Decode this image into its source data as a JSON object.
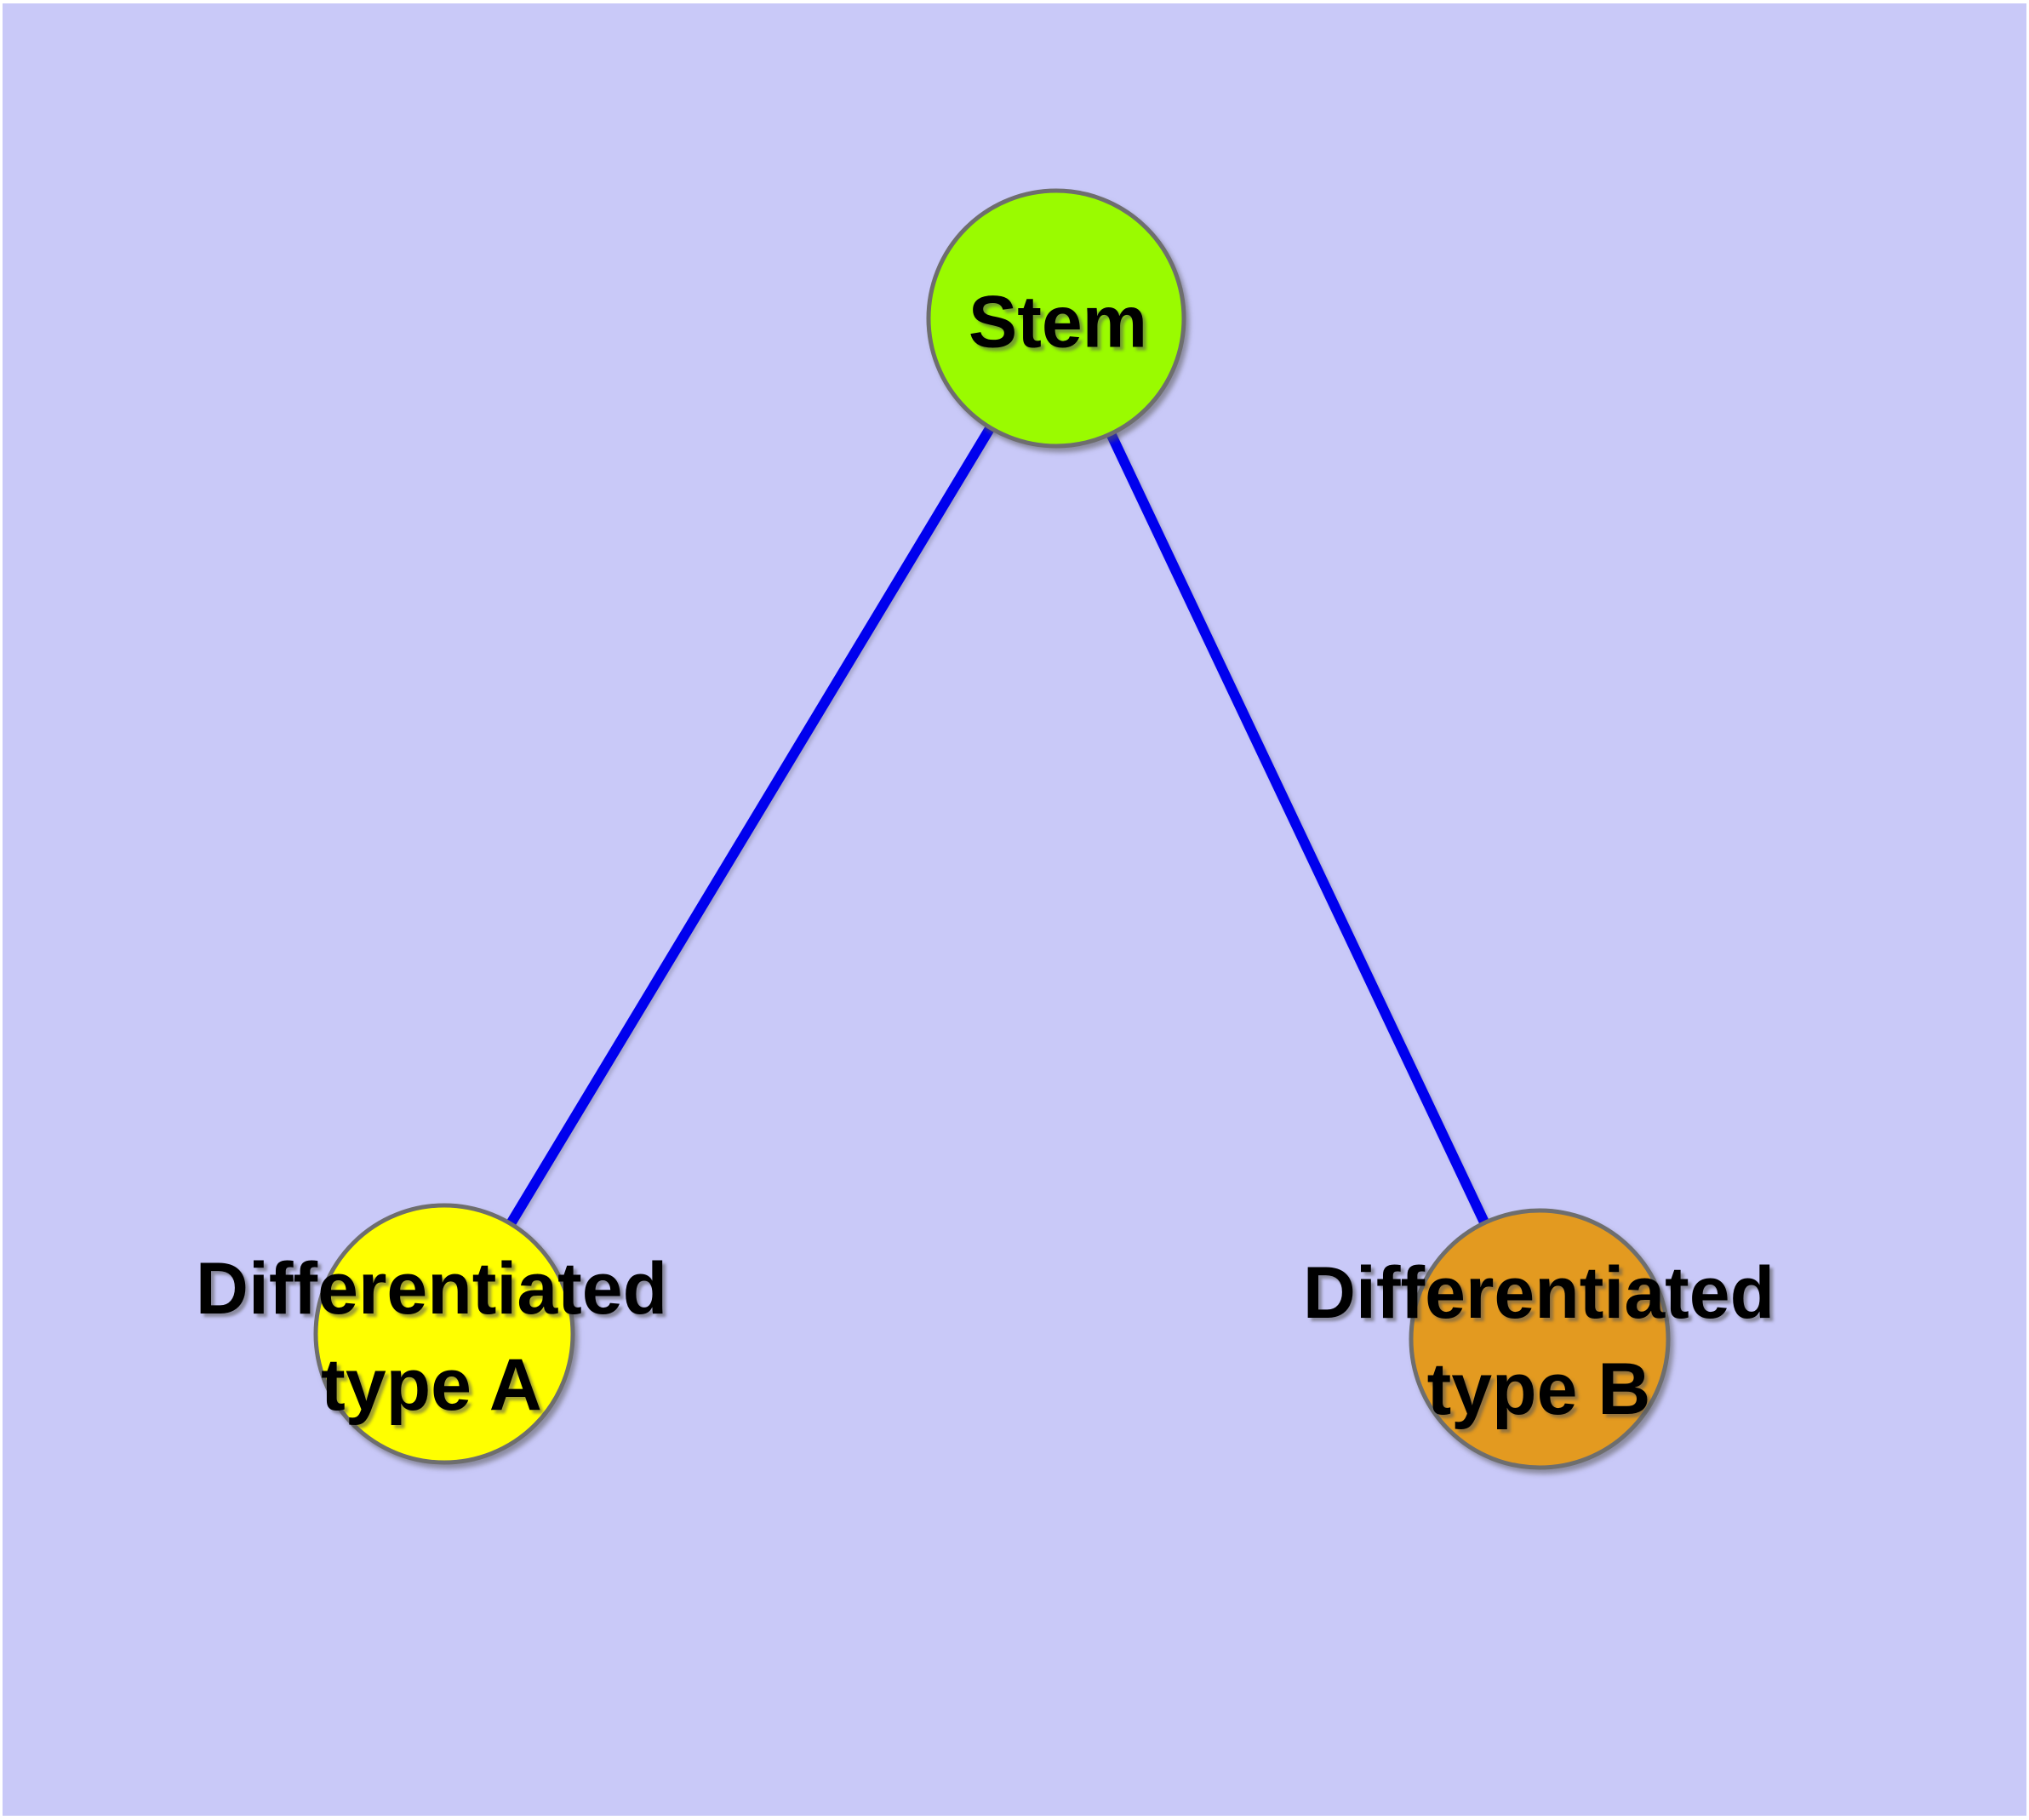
{
  "canvas": {
    "background_color": "#c9c9f8",
    "margin_color": "#ffffff"
  },
  "graph": {
    "edge_color": "#0000ee",
    "node_stroke_color": "#6e6e6e",
    "nodes": {
      "stem": {
        "label": "Stem",
        "fill": "#9afb00"
      },
      "type_a": {
        "line1": "Differentiated",
        "line2": "type A",
        "fill": "#ffff00"
      },
      "type_b": {
        "line1": "Differentiated",
        "line2": "type B",
        "fill": "#e39a20"
      }
    }
  }
}
